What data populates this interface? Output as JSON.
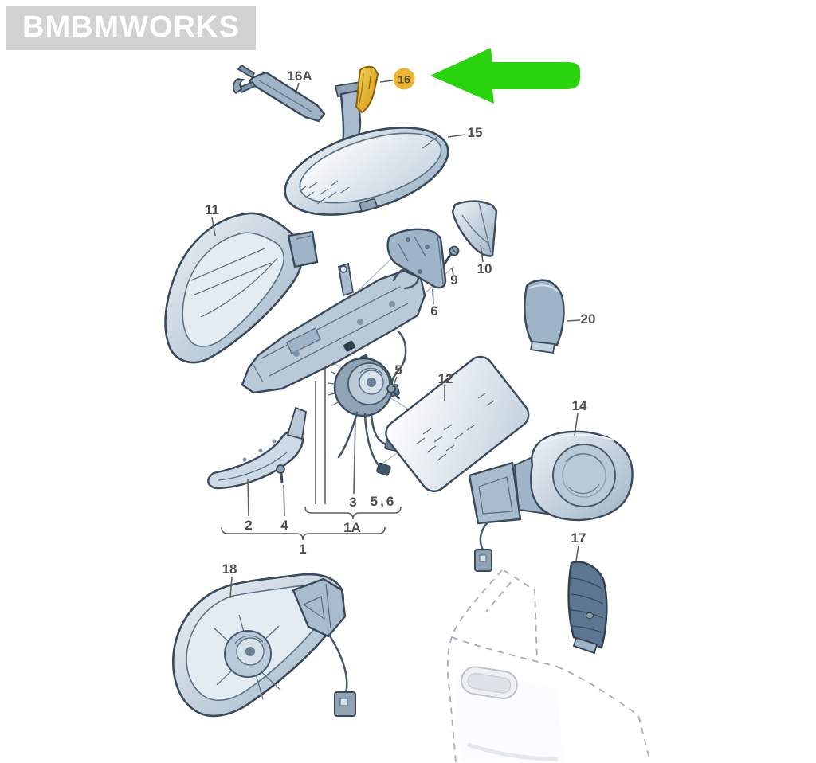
{
  "watermark": {
    "text": "BMBMWORKS"
  },
  "highlight": {
    "highlighted_part": "16",
    "arrow_color": "#29d30d",
    "badge_color": "#eab436",
    "part_fill": "#f0c23d"
  },
  "labels": {
    "p16a": "16A",
    "p16": "16",
    "p15": "15",
    "p11": "11",
    "p6": "6",
    "p9": "9",
    "p10": "10",
    "p20": "20",
    "p5": "5",
    "p12": "12",
    "p3": "3",
    "p56": "5,6",
    "p2": "2",
    "p4": "4",
    "p1a": "1A",
    "p1": "1",
    "p18": "18",
    "p14": "14",
    "p17": "17"
  },
  "colors": {
    "part_outline": "#3a4a5c",
    "part_fill_light": "#cdd9e4",
    "part_fill_mid": "#9fb4c6",
    "glass_fill": "#e9f0f6",
    "dark_trim": "#5d7790",
    "label_text": "#4d4d4d",
    "watermark_bg": "#d2d2d2",
    "watermark_text": "#ffffff",
    "background": "#ffffff"
  }
}
